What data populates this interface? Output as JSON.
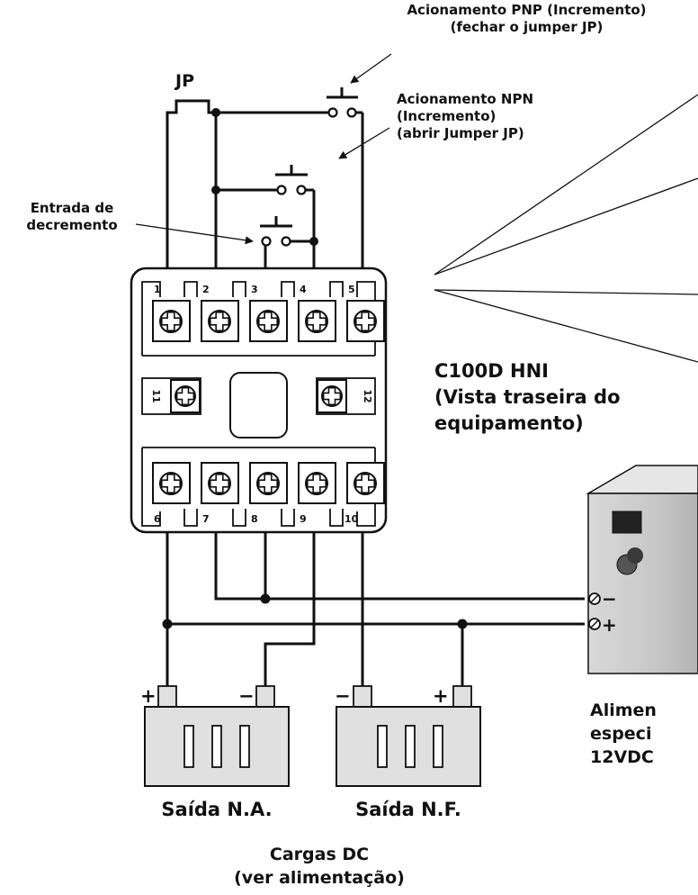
{
  "labels": {
    "pnp_line1": "Acionamento PNP (Incremento)",
    "pnp_line2": "(fechar o jumper JP)",
    "jumper": "JP",
    "npn_line1": "Acionamento NPN",
    "npn_line2": "(Incremento)",
    "npn_line3": "(abrir Jumper JP)",
    "decrement_line1": "Entrada de",
    "decrement_line2": "decremento",
    "device_line1": "C100D HNI",
    "device_line2": "(Vista traseira do",
    "device_line3": "equipamento)",
    "supply_line1": "Alimen",
    "supply_line2": "especi",
    "supply_line3": "12VDC",
    "supply_minus": "−",
    "supply_plus": "+",
    "output_na": "Saída N.A.",
    "output_nf": "Saída N.F.",
    "loads_line1": "Cargas DC",
    "loads_line2": "(ver alimentação)",
    "load_plus": "+",
    "load_minus": "−"
  },
  "terminals": {
    "t1": "1",
    "t2": "2",
    "t3": "3",
    "t4": "4",
    "t5": "5",
    "t6": "6",
    "t7": "7",
    "t8": "8",
    "t9": "9",
    "t10": "10",
    "t11": "11",
    "t12": "12"
  }
}
